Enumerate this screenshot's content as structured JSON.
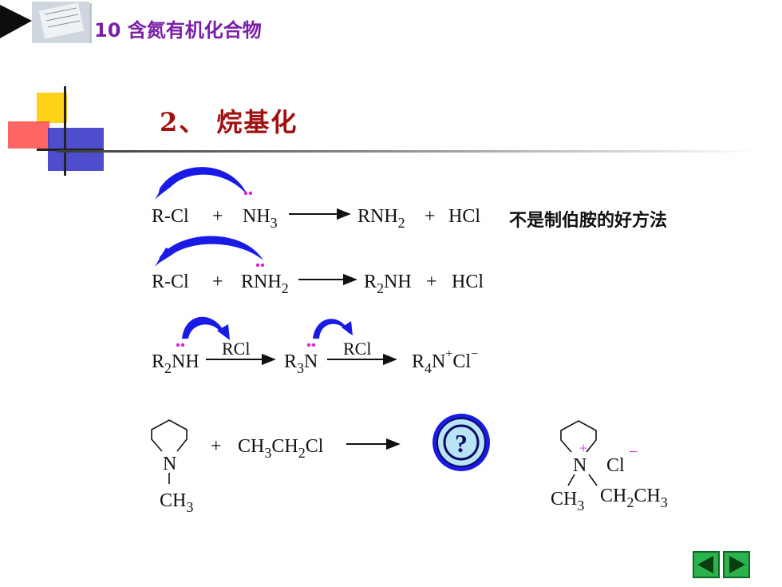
{
  "header": {
    "chapter_title": "10 含氮有机化合物"
  },
  "section": {
    "title": "2、 烷基化"
  },
  "reaction1": {
    "reactant1": "R-Cl",
    "plus": "+",
    "reactant2": "NH",
    "sub2": "3",
    "product1": "RNH",
    "psub1": "2",
    "plus2": "+",
    "product2": "HCl",
    "note": "不是制伯胺的好方法"
  },
  "reaction2": {
    "reactant1": "R-Cl",
    "plus": "+",
    "reactant2": "RNH",
    "sub2": "2",
    "product1_a": "R",
    "product1_sub": "2",
    "product1_b": "NH",
    "plus2": "+",
    "product2": "HCl"
  },
  "reaction3": {
    "r_a": "R",
    "r_sub": "2",
    "r_b": "NH",
    "reagent1": "RCl",
    "m_a": "R",
    "m_sub": "3",
    "m_b": "N",
    "reagent2": "RCl",
    "p_a": "R",
    "p_sub": "4",
    "p_b": "N",
    "p_sup": "+",
    "p_c": "Cl",
    "p_sup2": "−"
  },
  "reaction4": {
    "ring_atom": "N",
    "substituent": "CH",
    "sub_sub": "3",
    "plus": "+",
    "reagent_a": "CH",
    "reagent_s1": "3",
    "reagent_b": "CH",
    "reagent_s2": "2",
    "reagent_c": "Cl",
    "question_mark": "?",
    "product_atom": "N",
    "product_charge": "+",
    "counter_ion": "Cl",
    "counter_charge": "−",
    "p_sub_a": "CH",
    "p_sub_a_s": "3",
    "p_sub_b1": "CH",
    "p_sub_b1_s": "2",
    "p_sub_b2": "CH",
    "p_sub_b2_s": "3"
  },
  "colors": {
    "arrow_blue": "#1a1ae6",
    "lone_pair": "#e020e0",
    "chapter": "#7a1fa8",
    "section": "#a01010",
    "nav": "#2bb24c"
  },
  "nav": {
    "prev_icon": "prev-triangle-icon",
    "next_icon": "next-triangle-icon"
  }
}
